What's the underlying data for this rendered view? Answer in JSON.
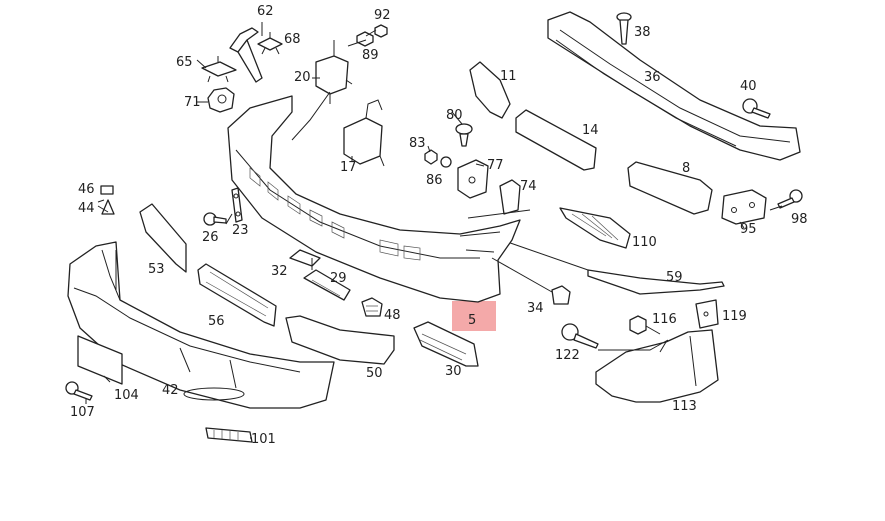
{
  "diagram": {
    "highlight_color": "#f29a9a",
    "selected_part": "5",
    "labels": {
      "p62": "62",
      "p92": "92",
      "p38": "38",
      "p68": "68",
      "p89": "89",
      "p65": "65",
      "p20": "20",
      "p11": "11",
      "p36": "36",
      "p40": "40",
      "p71": "71",
      "p80": "80",
      "p14": "14",
      "p83": "83",
      "p77": "77",
      "p17": "17",
      "p86": "86",
      "p8": "8",
      "p46": "46",
      "p74": "74",
      "p44": "44",
      "p26": "26",
      "p23": "23",
      "p95": "95",
      "p98": "98",
      "p110": "110",
      "p53": "53",
      "p32": "32",
      "p29": "29",
      "p59": "59",
      "p56": "56",
      "p48": "48",
      "p34": "34",
      "p5": "5",
      "p116": "116",
      "p119": "119",
      "p122": "122",
      "p42": "42",
      "p50": "50",
      "p30": "30",
      "p107": "107",
      "p104": "104",
      "p113": "113",
      "p101": "101"
    }
  }
}
